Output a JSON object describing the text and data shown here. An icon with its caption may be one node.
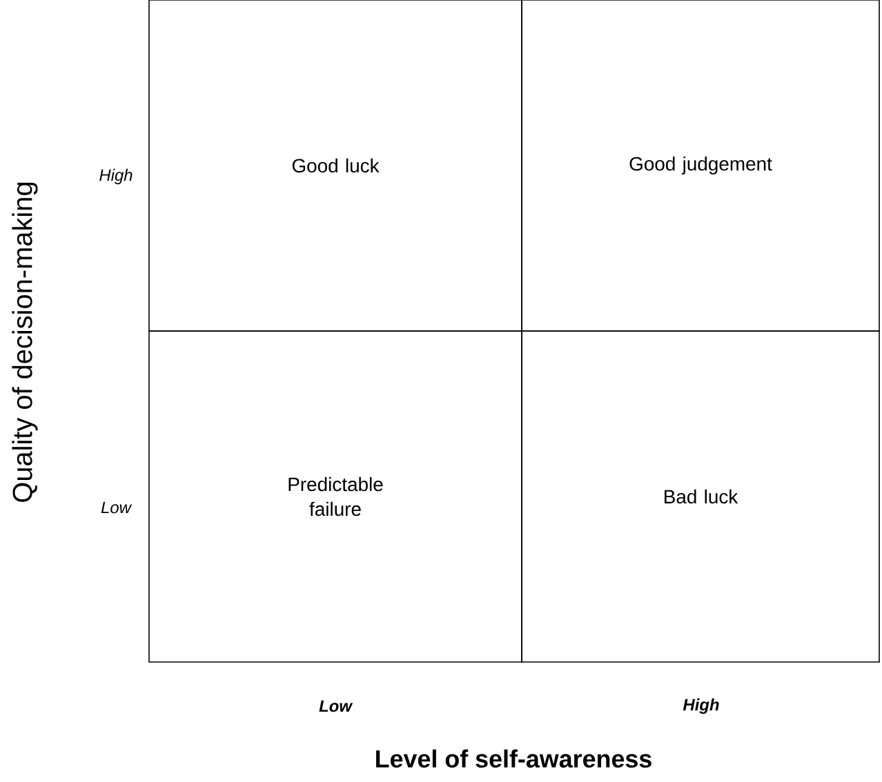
{
  "diagram": {
    "nodes": [
      {
        "text": [
          "Good luck"
        ]
      },
      {
        "text": [
          "Good judgement"
        ]
      },
      {
        "text": [
          "Predictable failure"
        ]
      },
      {
        "text": [
          "Bad luck"
        ]
      }
    ],
    "edges": [],
    "labels": [
      "Quality of decision-making",
      "High",
      "Low",
      "Low",
      "High",
      "Level of self-awareness"
    ]
  }
}
